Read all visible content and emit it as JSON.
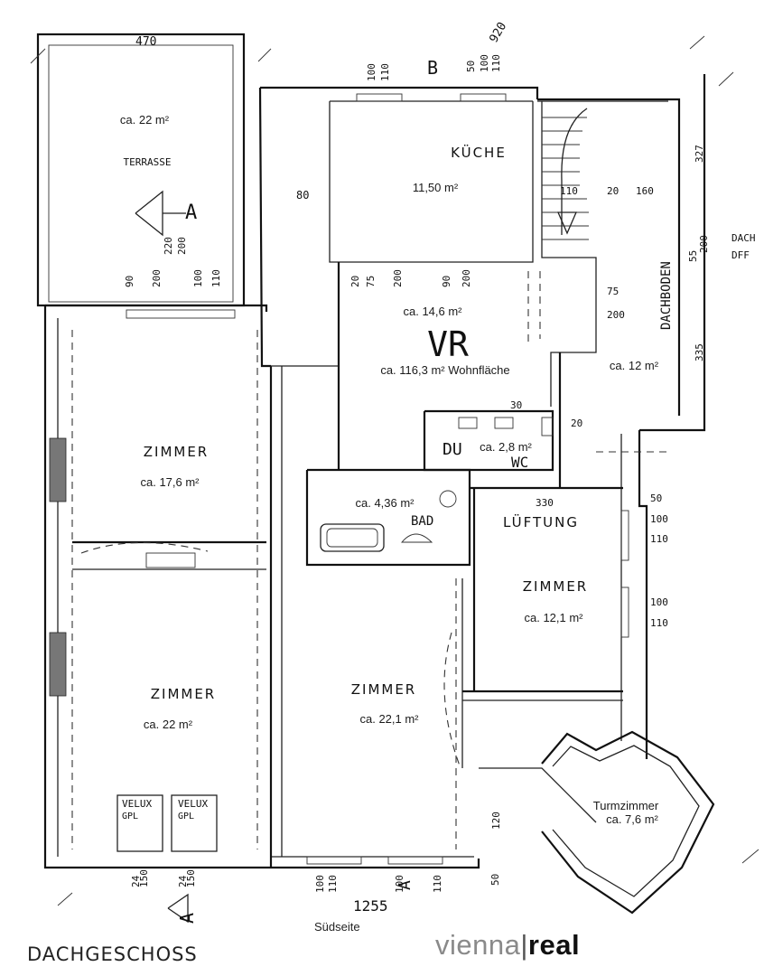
{
  "title": "VR",
  "total_area": "ca. 116,3 m² Wohnfläche",
  "floor_label": "DACHGESCHOSS",
  "orientation_label": "Südseite",
  "brand": {
    "part1": "vienna",
    "separator": "|",
    "part2": "real"
  },
  "rooms": {
    "terrace": {
      "name": "TERRASSE",
      "area": "ca. 22 m²"
    },
    "kitchen": {
      "name": "KÜCHE",
      "area": "11,50 m²"
    },
    "hall": {
      "area": "ca. 14,6 m²"
    },
    "attic": {
      "name": "DACHBODEN",
      "area": "ca. 12 m²"
    },
    "shower_wc": {
      "label_du": "DU",
      "label_wc": "WC",
      "area": "ca. 2,8 m²"
    },
    "bath": {
      "name": "BAD",
      "area": "ca. 4,36 m²"
    },
    "room_nw": {
      "name": "ZIMMER",
      "area": "ca. 17,6 m²"
    },
    "room_sw": {
      "name": "ZIMMER",
      "area": "ca. 22 m²"
    },
    "room_center": {
      "name": "ZIMMER",
      "area": "ca. 22,1 m²"
    },
    "room_east": {
      "name": "ZIMMER",
      "area": "ca. 12,1 m²"
    },
    "ventilation": {
      "name": "LÜFTUNG"
    },
    "tower": {
      "name": "Turmzimmer",
      "area": "ca. 7,6 m²"
    }
  },
  "section_marks": {
    "a": "A",
    "b": "B"
  },
  "velux": {
    "left": "VELUX",
    "right": "VELUX",
    "sub": "GPL"
  },
  "dimensions": {
    "top_width": "470",
    "top_right": "920",
    "bottom_width": "1255",
    "right_height_1": "327",
    "right_height_2": "335",
    "dach_label": "DACH",
    "dff_label": "DFF",
    "window_100": "100",
    "window_110": "110",
    "window_200": "200",
    "window_220": "220",
    "window_90": "90",
    "window_75": "75",
    "window_50": "50",
    "window_20": "20",
    "window_30": "30",
    "stair_110": "110",
    "stair_160": "160",
    "wall_80": "80",
    "wall_120": "120",
    "room_330": "330",
    "sill_150": "150",
    "sill_24": "24",
    "height_55": "55"
  }
}
